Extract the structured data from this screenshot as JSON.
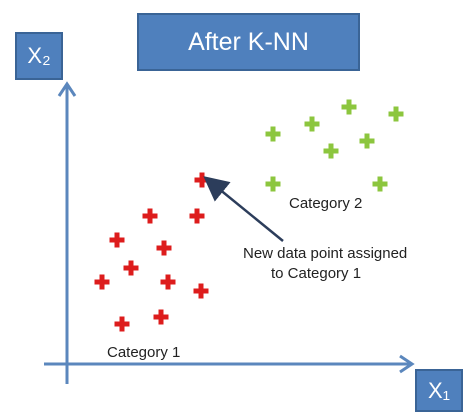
{
  "title": "After K-NN",
  "axes": {
    "x_label": "X₁",
    "y_label": "X₂"
  },
  "labels": {
    "category_1": "Category 1",
    "category_2": "Category 2",
    "annotation_line1": "New data point assigned",
    "annotation_line2": "to Category 1"
  },
  "colors": {
    "accent": "#4f80bd",
    "category_1": "#dd1c1c",
    "category_2": "#8cc63e",
    "axis": "#5b87bd"
  },
  "icons": {
    "point_marker": "plus-icon",
    "arrow": "arrow-icon"
  }
}
